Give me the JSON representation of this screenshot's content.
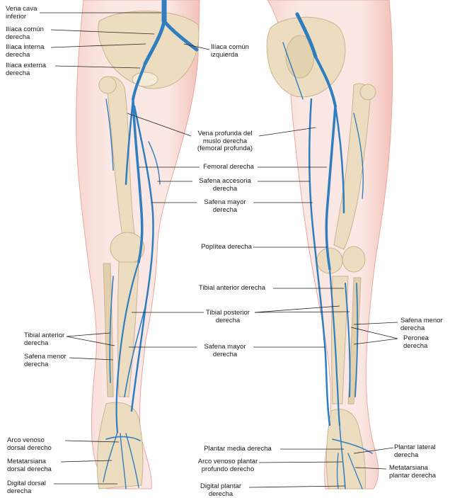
{
  "labels": {
    "vena_cava": "Vena cava\ninferior",
    "iliaca_comun_der": "Ilíaca común\nderecha",
    "iliaca_interna_der": "Ilíaca interna\nderecha",
    "iliaca_externa_der": "Ilíaca externa\nderecha",
    "iliaca_comun_izq": "Ilíaca común\nizquierda",
    "vena_profunda": "Vena profunda del\nmuslo derecha\n(femoral profunda)",
    "femoral": "Femoral derecha",
    "safena_accesoria": "Safena accesoria\nderecha",
    "safena_mayor_1": "Safena mayor\nderecha",
    "poplitea": "Poplítea derecha",
    "tibial_anterior_c": "Tibial anterior derecha",
    "tibial_posterior": "Tibial posterior\nderecha",
    "safena_mayor_2": "Safena mayor\nderecha",
    "tibial_anterior_l": "Tibial anterior\nderecha",
    "safena_menor_l": "Safena menor\nderecha",
    "arco_dorsal": "Arco venoso\ndorsal derecho",
    "metatarsiana_dorsal": "Metatarsiana\ndorsal derecha",
    "digital_dorsal": "Digital dorsal\nderecha",
    "safena_menor_r": "Safena menor\nderecha",
    "peronea": "Peronea\nderecha",
    "plantar_media": "Plantar media derecha",
    "arco_plantar": "Arco venoso plantar\nprofundo derecho",
    "digital_plantar": "Digital plantar\nderecha",
    "plantar_lateral": "Plantar lateral\nderecha",
    "metatarsiana_plantar": "Metatarsiana\nplantar derecha"
  },
  "colors": {
    "vein": "#2f7fc0",
    "bone": "#ecdcc0",
    "skin": "#f6c9c2",
    "leader": "#222222"
  }
}
